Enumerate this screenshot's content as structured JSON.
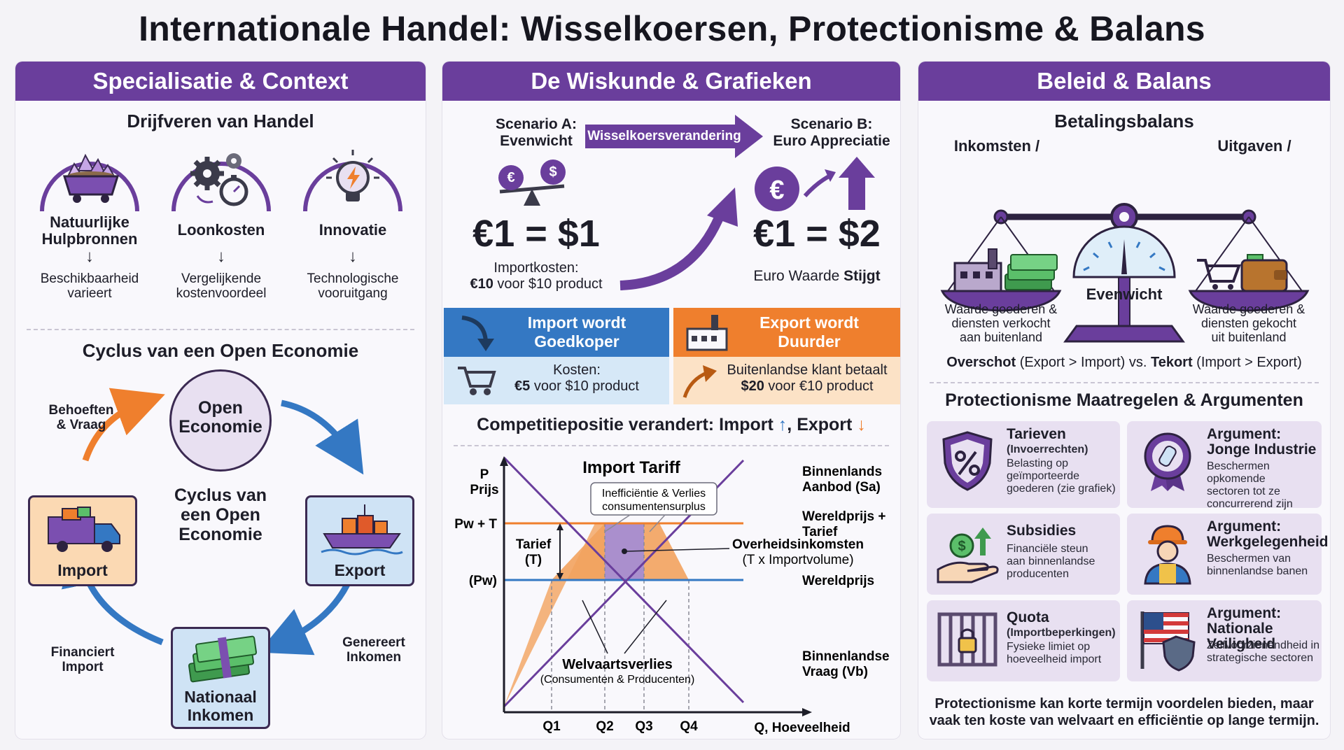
{
  "title": "Internationale Handel: Wisselkoersen, Protectionisme & Balans",
  "colors": {
    "purple": "#6a3e9c",
    "orange": "#ef7f2d",
    "blue": "#3478c3",
    "light_purple": "#e8e0f1"
  },
  "left": {
    "header": "Specialisatie & Context",
    "drivers_title": "Drijfveren van Handel",
    "drivers": [
      {
        "icon": "mining-cart-crystals-icon",
        "label_line1": "Natuurlijke",
        "label_line2": "Hulpbronnen",
        "desc_line1": "Beschikbaarheid",
        "desc_line2": "varieert"
      },
      {
        "icon": "gears-stopwatch-icon",
        "label_line1": "Loonkosten",
        "label_line2": "",
        "desc_line1": "Vergelijkende",
        "desc_line2": "kostenvoordeel"
      },
      {
        "icon": "lightbulb-icon",
        "label_line1": "Innovatie",
        "label_line2": "",
        "desc_line1": "Technologische",
        "desc_line2": "vooruitgang"
      }
    ],
    "cycle_title": "Cyclus van een Open Economie",
    "cycle": {
      "center_line1": "Open",
      "center_line2": "Economie",
      "middle_line1": "Cyclus van",
      "middle_line2": "een Open",
      "middle_line3": "Economie",
      "import": "Import",
      "export": "Export",
      "national_line1": "Nationaal",
      "national_line2": "Inkomen",
      "needs_line1": "Behoeften",
      "needs_line2": "& Vraag",
      "generates_line1": "Genereert",
      "generates_line2": "Inkomen",
      "finances_line1": "Financiert",
      "finances_line2": "Import"
    }
  },
  "middle": {
    "header": "De Wiskunde & Grafieken",
    "scenario_a_line1": "Scenario A:",
    "scenario_a_line2": "Evenwicht",
    "scenario_b_line1": "Scenario B:",
    "scenario_b_line2": "Euro Appreciatie",
    "change_label": "Wisselkoersverandering",
    "rate_a": "€1 = $1",
    "rate_b": "€1 = $2",
    "import_cost_line1": "Importkosten:",
    "import_cost_bold": "€10",
    "import_cost_rest": " voor $10 product",
    "euro_value_text": "Euro Waarde ",
    "euro_value_bold": "Stijgt",
    "import_box_line1": "Import wordt",
    "import_box_line2": "Goedkoper",
    "export_box_line1": "Export wordt",
    "export_box_line2": "Duurder",
    "cost_label": "Kosten:",
    "cost_bold": "€5",
    "cost_rest": " voor $10 product",
    "foreign_line1": "Buitenlandse klant betaalt",
    "foreign_bold": "$20",
    "foreign_rest": " voor €10 product",
    "competition": "Competitiepositie verandert: Import ",
    "competition_up": "↑",
    "competition_export": ", Export ",
    "competition_down": "↓",
    "euro_symbol": "€",
    "dollar_symbol": "$"
  },
  "chart_data": {
    "type": "line",
    "title": "Import Tariff",
    "ylabel_line1": "P",
    "ylabel_line2": "Prijs",
    "xlabel": "Q, Hoeveelheid",
    "y_ticks": [
      "Pw + T",
      "(Pw)"
    ],
    "x_ticks": [
      "Q1",
      "Q2",
      "Q3",
      "Q4"
    ],
    "series": [
      {
        "name": "Binnenlands Aanbod (Sa)",
        "line1": "Binnenlands",
        "line2": "Aanbod (Sa)",
        "color": "#6a3e9c"
      },
      {
        "name": "Binnenlandse Vraag (Vb)",
        "line1": "Binnenlandse",
        "line2": "Vraag (Vb)",
        "color": "#6a3e9c"
      },
      {
        "name": "Wereldprijs + Tarief",
        "line1": "Wereldprijs +",
        "line2": "Tarief",
        "color": "#ef7f2d"
      },
      {
        "name": "Wereldprijs",
        "line1": "Wereldprijs",
        "line2": "",
        "color": "#3478c3"
      }
    ],
    "tariff_line1": "Tarief",
    "tariff_line2": "(T)",
    "inefficiency_line1": "Inefficiëntie & Verlies",
    "inefficiency_line2": "consumentensurplus",
    "revenue_line1": "Overheidsinkomsten",
    "revenue_line2": "(T x Importvolume)",
    "welfare_line1": "Welvaartsverlies",
    "welfare_line2": "(Consumenten & Producenten)"
  },
  "right": {
    "header": "Beleid & Balans",
    "bop_title": "Betalingsbalans",
    "income": "Inkomsten /",
    "expenses": "Uitgaven /",
    "equilibrium": "Evenwicht",
    "left_desc_line1": "Waarde goederen &",
    "left_desc_line2": "diensten verkocht",
    "left_desc_line3": "aan buitenland",
    "right_desc_line1": "Waarde goederen &",
    "right_desc_line2": "diensten gekocht",
    "right_desc_line3": "uit buitenland",
    "surplus_bold": "Overschot",
    "surplus_rest": " (Export > Import) vs. ",
    "deficit_bold": "Tekort",
    "deficit_rest": " (Import > Export)",
    "prot_title": "Protectionisme Maatregelen & Argumenten",
    "measures": [
      {
        "icon": "shield-percent-icon",
        "title": "Tarieven",
        "sub": "(Invoerrechten)",
        "desc": [
          "Belasting op",
          "geïmporteerde",
          "goederen (zie grafiek)"
        ]
      },
      {
        "icon": "award-ribbon-bottle-icon",
        "title": "Argument:",
        "sub2": "Jonge Industrie",
        "desc": [
          "Beschermen opkomende",
          "sectoren tot ze",
          "concurrerend zijn"
        ]
      },
      {
        "icon": "hand-money-icon",
        "title": "Subsidies",
        "sub": "",
        "desc": [
          "Financiële steun",
          "aan binnenlandse",
          "producenten"
        ]
      },
      {
        "icon": "worker-icon",
        "title": "Argument:",
        "sub2": "Werkgelegenheid",
        "desc": [
          "Beschermen van",
          "binnenlandse banen"
        ]
      },
      {
        "icon": "locked-gate-icon",
        "title": "Quota",
        "sub": "(Importbeperkingen)",
        "desc": [
          "Fysieke limiet op",
          "hoeveelheid import"
        ]
      },
      {
        "icon": "flag-shield-icon",
        "title": "Argument:",
        "sub2": "Nationale Veiligheid",
        "desc": [
          "Zelfvoorzienendheid in",
          "strategische sectoren"
        ]
      }
    ],
    "conclusion_line1": "Protectionisme kan korte termijn voordelen bieden, maar",
    "conclusion_line2": "vaak ten koste van welvaart en efficiëntie op lange termijn."
  }
}
